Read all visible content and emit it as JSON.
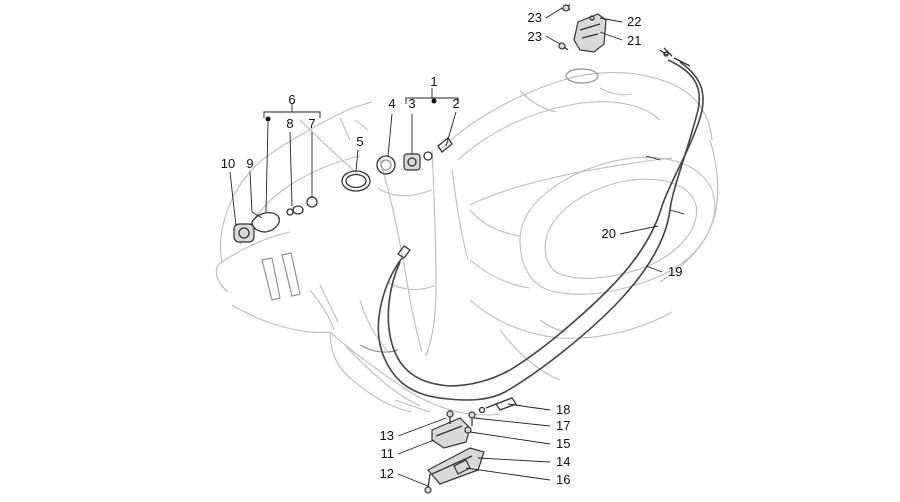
{
  "diagram": {
    "callouts": [
      {
        "id": "c1",
        "label": "1"
      },
      {
        "id": "c2",
        "label": "2"
      },
      {
        "id": "c3",
        "label": "3"
      },
      {
        "id": "c4",
        "label": "4"
      },
      {
        "id": "c5",
        "label": "5"
      },
      {
        "id": "c6",
        "label": "6"
      },
      {
        "id": "c7",
        "label": "7"
      },
      {
        "id": "c8",
        "label": "8"
      },
      {
        "id": "c9",
        "label": "9"
      },
      {
        "id": "c10",
        "label": "10"
      },
      {
        "id": "c11",
        "label": "11"
      },
      {
        "id": "c12",
        "label": "12"
      },
      {
        "id": "c13",
        "label": "13"
      },
      {
        "id": "c14",
        "label": "14"
      },
      {
        "id": "c15",
        "label": "15"
      },
      {
        "id": "c16",
        "label": "16"
      },
      {
        "id": "c17",
        "label": "17"
      },
      {
        "id": "c18",
        "label": "18"
      },
      {
        "id": "c19",
        "label": "19"
      },
      {
        "id": "c20",
        "label": "20"
      },
      {
        "id": "c21",
        "label": "21"
      },
      {
        "id": "c22",
        "label": "22"
      },
      {
        "id": "c23a",
        "label": "23"
      },
      {
        "id": "c23b",
        "label": "23"
      }
    ]
  }
}
